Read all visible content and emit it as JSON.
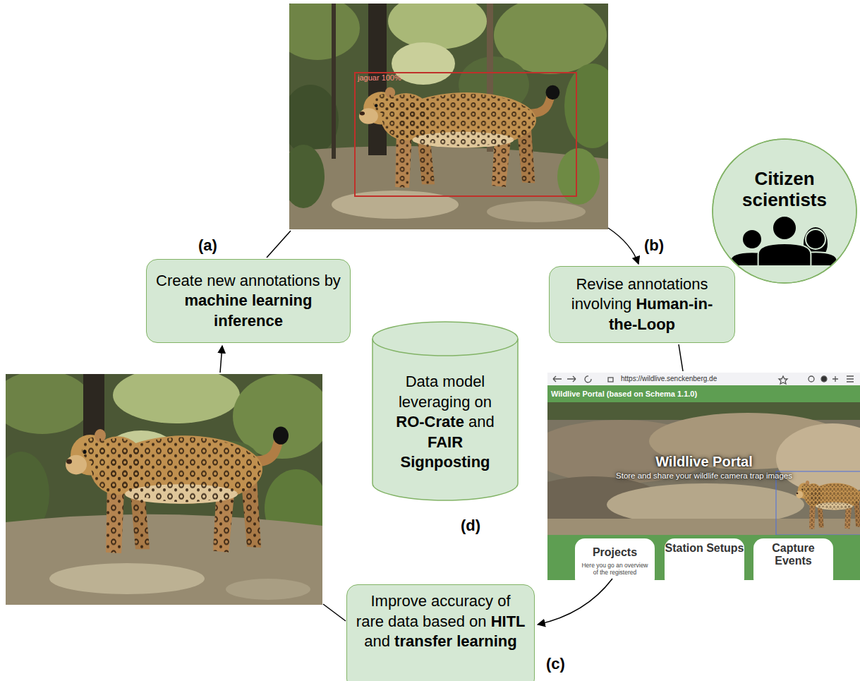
{
  "diagram": {
    "nodes": [
      {
        "text": [
          "Citizen scientists"
        ]
      },
      {
        "text": [
          "Create new annotations by machine learning inference"
        ]
      },
      {
        "text": [
          "Revise annotations involving Human-in-the-Loop"
        ]
      },
      {
        "text": [
          "Data model leveraging on RO-Crate and FAIR Signposting"
        ]
      },
      {
        "text": [
          "Improve accuracy of rare data based on HITL and transfer learning"
        ]
      }
    ],
    "labels": [
      "jaguar 100%",
      "(a)",
      "(b)",
      "https://wildlive.senckenberg.de",
      "Wildlive Portal (based on Schema 1.1.0)",
      "Wildlive Portal",
      "Store and share your wildlife camera trap images",
      "(d)",
      "Projects",
      "Station Setups",
      "Capture Events",
      "Here you go an overview of the registered",
      "(c)"
    ]
  }
}
